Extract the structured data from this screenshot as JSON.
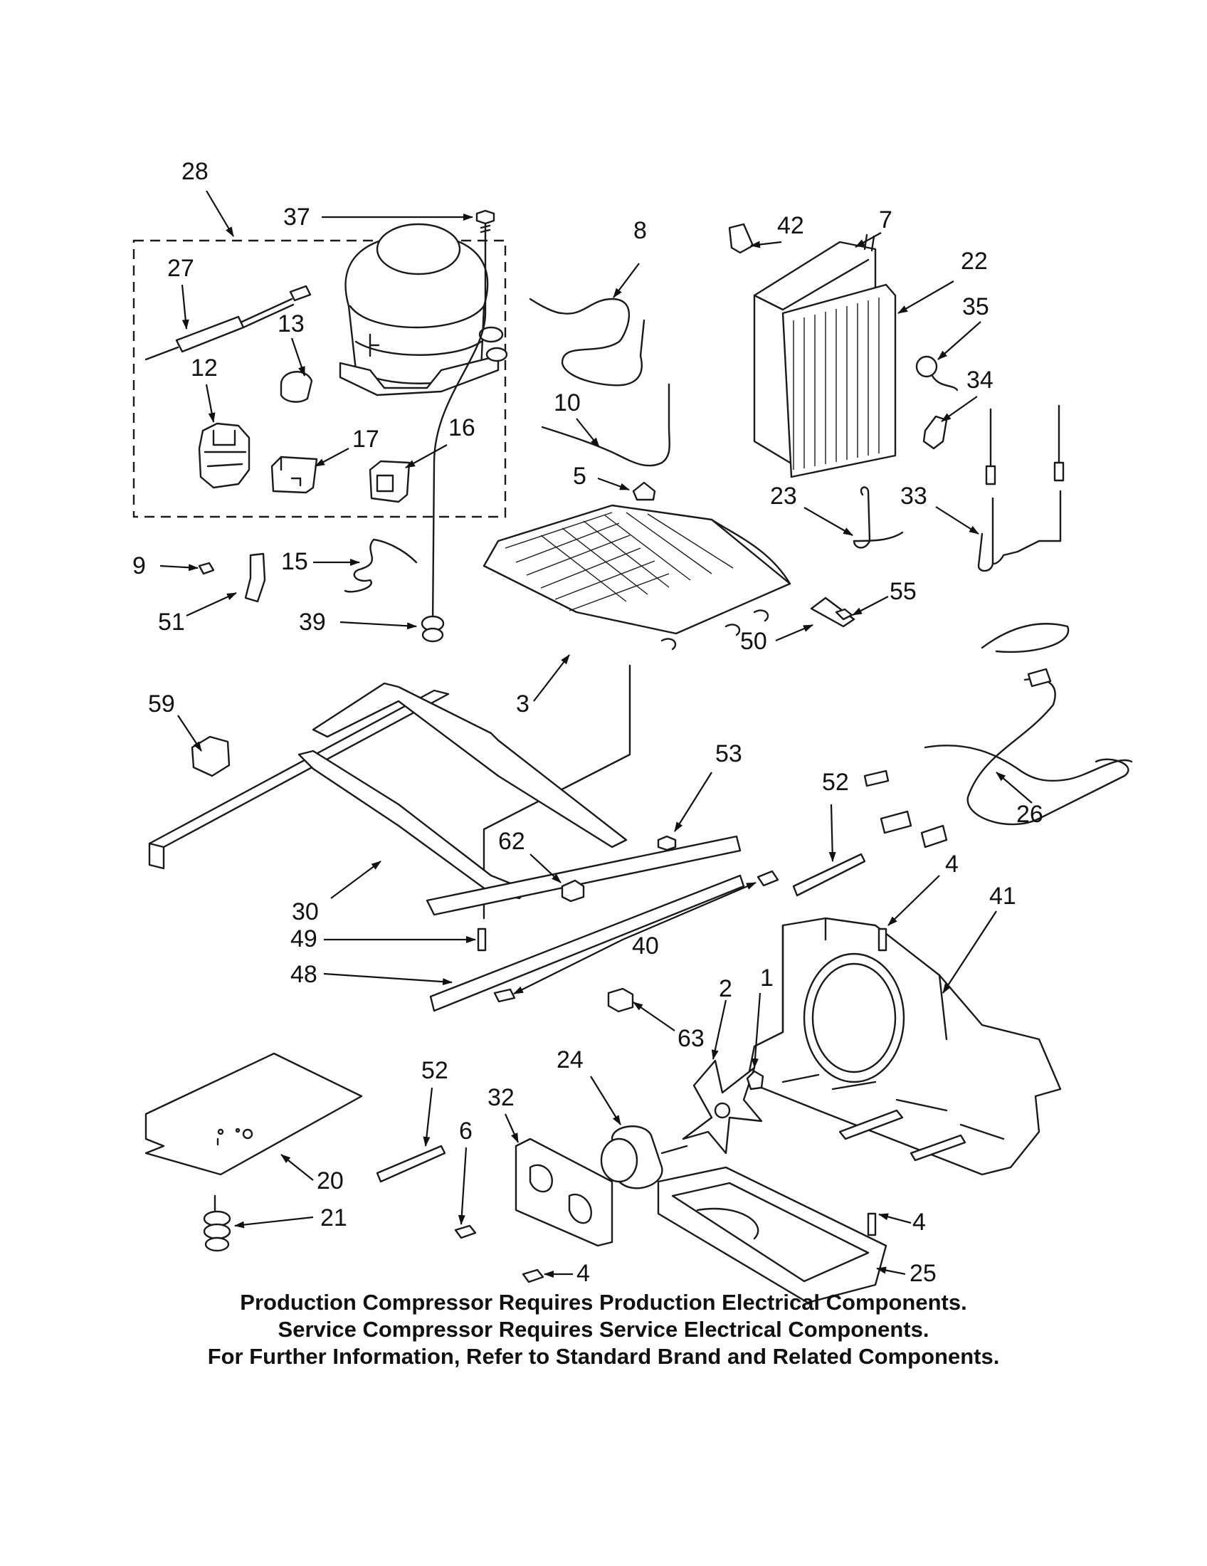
{
  "labels": {
    "l28": "28",
    "l37": "37",
    "l27": "27",
    "l13": "13",
    "l12": "12",
    "l17": "17",
    "l16": "16",
    "l8": "8",
    "l10": "10",
    "l5": "5",
    "l42": "42",
    "l7": "7",
    "l22": "22",
    "l35": "35",
    "l34": "34",
    "l23": "23",
    "l33": "33",
    "l55": "55",
    "l50": "50",
    "l9": "9",
    "l15": "15",
    "l51": "51",
    "l39": "39",
    "l3": "3",
    "l59": "59",
    "l26": "26",
    "l53": "53",
    "l52a": "52",
    "l62": "62",
    "l30": "30",
    "l4a": "4",
    "l41": "41",
    "l49": "49",
    "l40": "40",
    "l48": "48",
    "l63": "63",
    "l2": "2",
    "l1": "1",
    "l52b": "52",
    "l24": "24",
    "l32": "32",
    "l6": "6",
    "l20": "20",
    "l21": "21",
    "l4b": "4",
    "l25": "25",
    "l4c": "4"
  },
  "notes": {
    "line1": "Production Compressor Requires Production Electrical Components.",
    "line2": "Service Compressor Requires Service Electrical Components.",
    "line3": "For Further Information, Refer to Standard Brand and Related Components."
  }
}
